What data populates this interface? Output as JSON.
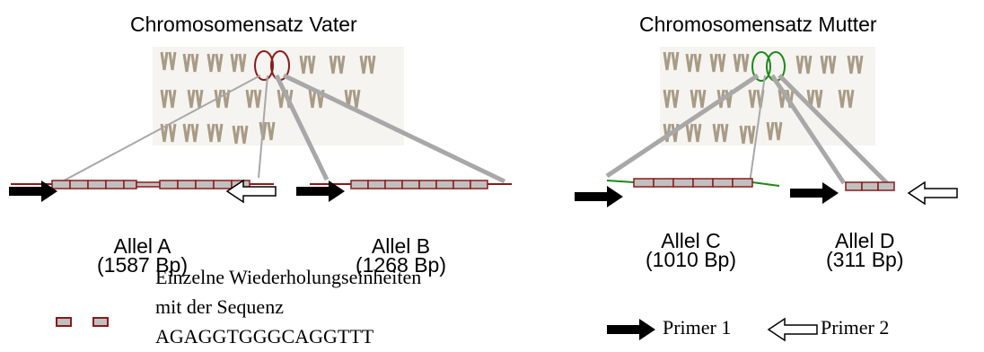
{
  "titles": {
    "father": "Chromosomensatz  Vater",
    "mother": "Chromosomensatz Mutter"
  },
  "alleles": {
    "a": {
      "name": "Allel A",
      "size": "(1587 Bp)"
    },
    "b": {
      "name": "Allel B",
      "size": "(1268 Bp)"
    },
    "c": {
      "name": "Allel C",
      "size": "(1010 Bp)"
    },
    "d": {
      "name": "Allel D",
      "size": "(311 Bp)"
    }
  },
  "legend": {
    "repeat_line1": "Einzelne Wiederholungseinheiten",
    "repeat_line2": "mit der Sequenz",
    "repeat_sequence": "AGAGGTGGGCAGGTTT",
    "primer1": "Primer 1",
    "primer2": "Primer 2"
  },
  "colors": {
    "father_allele": "#8b1a1a",
    "mother_allele": "#1a8a1a",
    "repeat_fill": "#c0c0c0",
    "connector": "#a8a8a8",
    "chromosome": "#8c7a5e"
  }
}
